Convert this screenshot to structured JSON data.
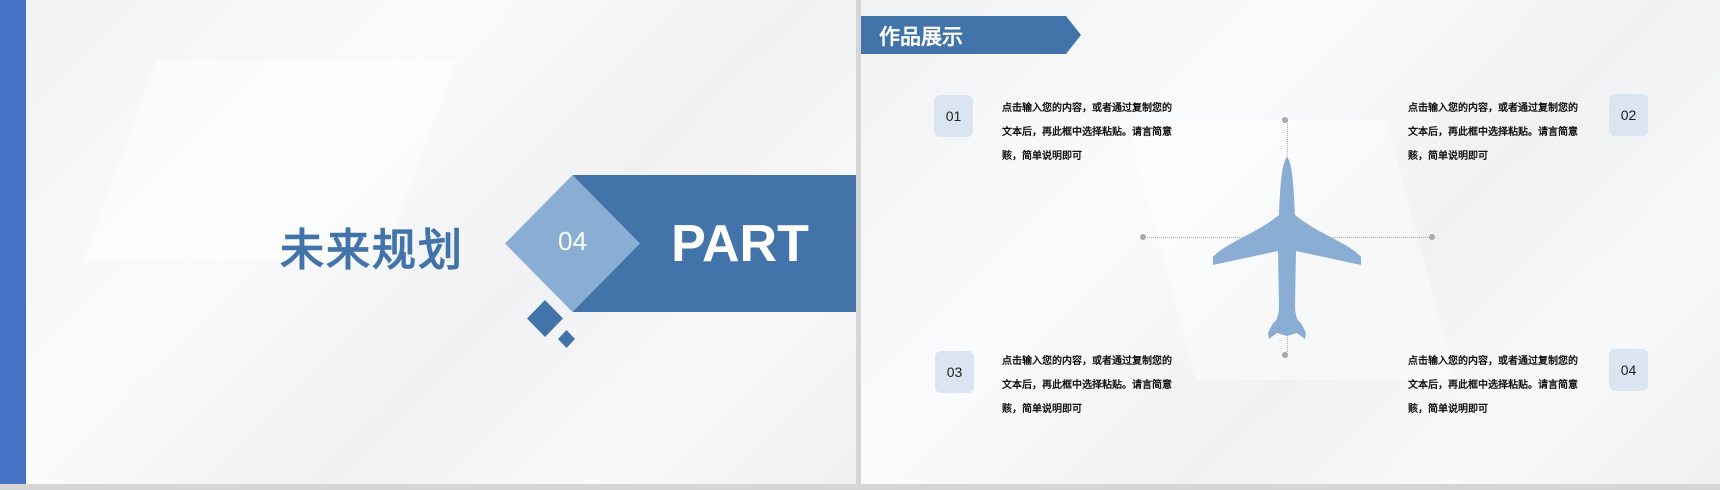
{
  "slide1": {
    "title": "未来规划",
    "number": "04",
    "part": "PART",
    "colors": {
      "accent": "#4274aa",
      "light": "#8aaed3",
      "sidebar": "#4472c4"
    }
  },
  "slide2": {
    "header": "作品展示",
    "items": [
      {
        "num": "01",
        "text": "点击输入您的内容，或者通过复制您的文本后，再此框中选择粘贴。请言简意赅，简单说明即可"
      },
      {
        "num": "02",
        "text": "点击输入您的内容，或者通过复制您的文本后，再此框中选择粘贴。请言简意赅，简单说明即可"
      },
      {
        "num": "03",
        "text": "点击输入您的内容，或者通过复制您的文本后，再此框中选择粘贴。请言简意赅，简单说明即可"
      },
      {
        "num": "04",
        "text": "点击输入您的内容，或者通过复制您的文本后，再此框中选择粘贴。请言简意赅，简单说明即可"
      }
    ],
    "icon": "airplane-icon",
    "colors": {
      "badge": "#dae5f1",
      "plane": "#8aaed3"
    }
  }
}
